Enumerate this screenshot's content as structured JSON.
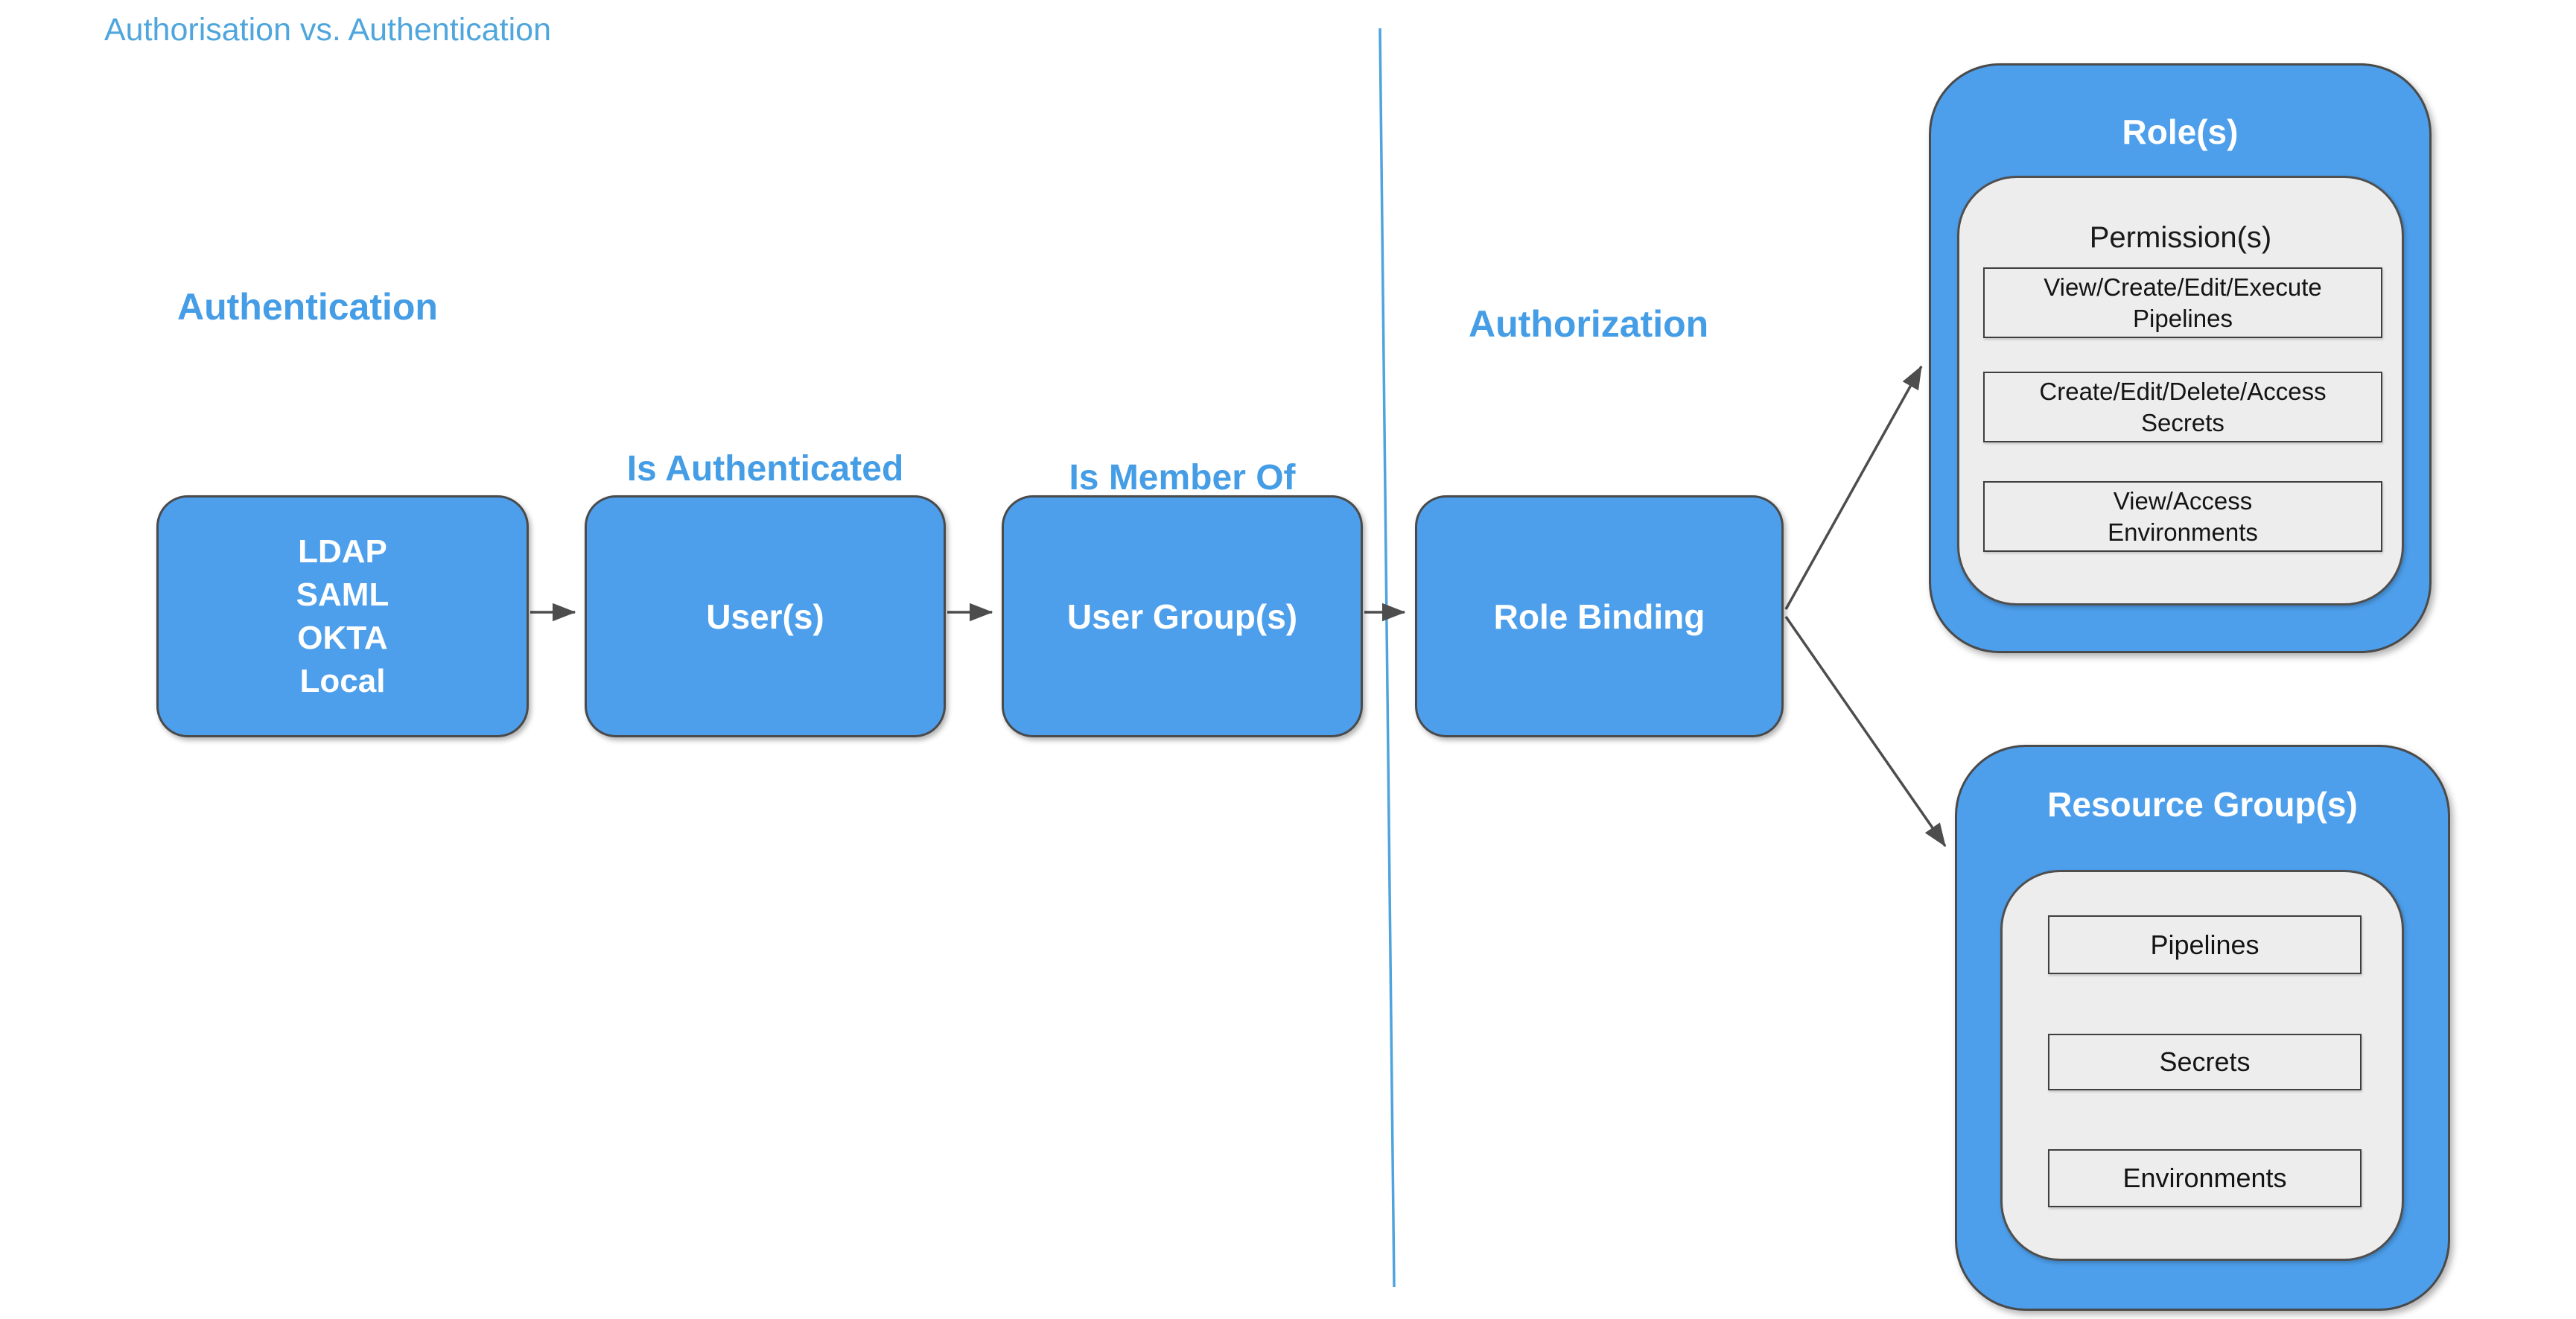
{
  "title": "Authorisation vs. Authentication",
  "sections": {
    "authentication": {
      "label": "Authentication"
    },
    "authorization": {
      "label": "Authorization"
    }
  },
  "flow": {
    "identity_providers": {
      "lines": [
        "LDAP",
        "SAML",
        "OKTA",
        "Local"
      ]
    },
    "users": {
      "label": "User(s)",
      "annotation": "Is Authenticated"
    },
    "user_groups": {
      "label": "User Group(s)",
      "annotation": "Is Member Of"
    },
    "role_binding": {
      "label": "Role Binding"
    }
  },
  "roles": {
    "title": "Role(s)",
    "permissions": {
      "title": "Permission(s)",
      "items": [
        "View/Create/Edit/Execute\nPipelines",
        "Create/Edit/Delete/Access\nSecrets",
        "View/Access\nEnvironments"
      ]
    }
  },
  "resource_groups": {
    "title": "Resource Group(s)",
    "items": [
      "Pipelines",
      "Secrets",
      "Environments"
    ]
  },
  "colors": {
    "shape_blue": "#4D9FEC",
    "label_blue": "#459DE6",
    "title_blue": "#4FA6DC",
    "divider_blue": "#4FA4DE",
    "shape_border": "#4A4A4A",
    "inner_gray": "#EDEDED",
    "arrow_gray": "#4D4D4D"
  }
}
